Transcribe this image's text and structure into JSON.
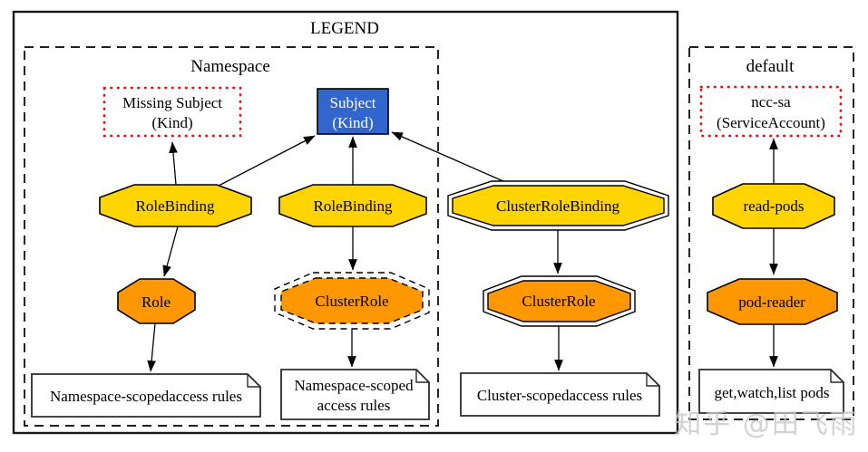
{
  "legend": {
    "title": "LEGEND"
  },
  "clusters": {
    "namespace": {
      "label": "Namespace"
    },
    "default_ns": {
      "label": "default"
    }
  },
  "nodes": {
    "missing_subject": {
      "lines": [
        "Missing Subject",
        "(Kind)"
      ]
    },
    "subject": {
      "lines": [
        "Subject",
        "(Kind)"
      ]
    },
    "rolebinding_left": {
      "label": "RoleBinding"
    },
    "rolebinding_mid": {
      "label": "RoleBinding"
    },
    "cluster_role_binding": {
      "label": "ClusterRoleBinding"
    },
    "role": {
      "label": "Role"
    },
    "clusterrole_dashed": {
      "label": "ClusterRole"
    },
    "clusterrole_double": {
      "label": "ClusterRole"
    },
    "note_namespace_scoped": {
      "label": "Namespace-scopedaccess rules"
    },
    "note_namespace_scoped_2line": {
      "lines": [
        "Namespace-scoped",
        "access rules"
      ]
    },
    "note_cluster_scoped": {
      "label": "Cluster-scopedaccess rules"
    },
    "ncc_sa": {
      "lines": [
        "ncc-sa",
        "(ServiceAccount)"
      ]
    },
    "read_pods": {
      "label": "read-pods"
    },
    "pod_reader": {
      "label": "pod-reader"
    },
    "note_get_watch_list": {
      "label": "get,watch,list pods"
    }
  },
  "edges": [
    {
      "from": "rolebinding_left",
      "to": "missing_subject"
    },
    {
      "from": "rolebinding_left",
      "to": "subject"
    },
    {
      "from": "rolebinding_mid",
      "to": "subject"
    },
    {
      "from": "cluster_role_binding",
      "to": "subject"
    },
    {
      "from": "rolebinding_left",
      "to": "role"
    },
    {
      "from": "rolebinding_mid",
      "to": "clusterrole_dashed"
    },
    {
      "from": "cluster_role_binding",
      "to": "clusterrole_double"
    },
    {
      "from": "role",
      "to": "note_namespace_scoped"
    },
    {
      "from": "clusterrole_dashed",
      "to": "note_namespace_scoped_2line"
    },
    {
      "from": "clusterrole_double",
      "to": "note_cluster_scoped"
    },
    {
      "from": "read_pods",
      "to": "ncc_sa"
    },
    {
      "from": "read_pods",
      "to": "pod_reader"
    },
    {
      "from": "pod_reader",
      "to": "note_get_watch_list"
    }
  ],
  "colors": {
    "gold": "#ffd400",
    "orange": "#ff9800",
    "subject_blue": "#3366cc",
    "dotted_red": "#cc2222",
    "note_white": "#ffffff"
  },
  "watermark": {
    "text": "知乎 @田飞雨"
  }
}
